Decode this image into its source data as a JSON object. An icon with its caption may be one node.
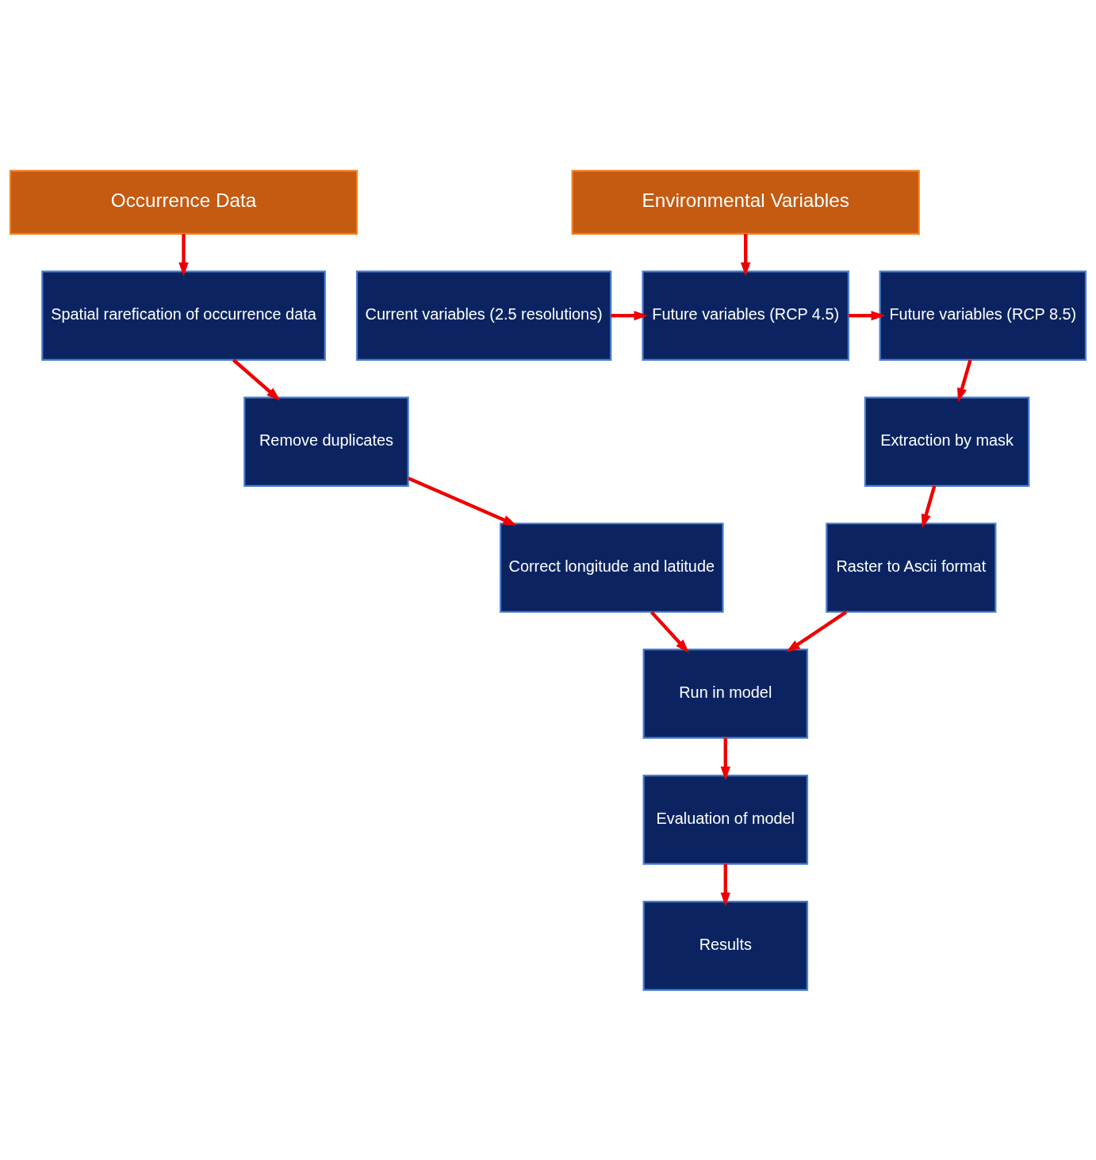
{
  "diagram": {
    "nodes": [
      {
        "text": [
          "Occurrence Data"
        ]
      },
      {
        "text": [
          "Environmental Variables"
        ]
      },
      {
        "text": [
          "Spatial rarefication of occurrence data"
        ]
      },
      {
        "text": [
          "Current variables (2.5 resolutions)"
        ]
      },
      {
        "text": [
          "Future variables (RCP 4.5)"
        ]
      },
      {
        "text": [
          "Future variables (RCP 8.5)"
        ]
      },
      {
        "text": [
          "Remove duplicates"
        ]
      },
      {
        "text": [
          "Extraction by mask"
        ]
      },
      {
        "text": [
          "Correct longitude and latitude"
        ]
      },
      {
        "text": [
          "Raster to Ascii format"
        ]
      },
      {
        "text": [
          "Run in model"
        ]
      },
      {
        "text": [
          "Evaluation of model"
        ]
      },
      {
        "text": [
          "Results"
        ]
      }
    ],
    "edges": [
      {
        "from": 0,
        "to": 2,
        "arrow": "to"
      },
      {
        "from": 1,
        "to": 4,
        "arrow": "to"
      },
      {
        "from": 3,
        "to": 4,
        "arrow": "to"
      },
      {
        "from": 4,
        "to": 5,
        "arrow": "to"
      },
      {
        "from": 2,
        "to": 6,
        "arrow": "to"
      },
      {
        "from": 5,
        "to": 7,
        "arrow": "to"
      },
      {
        "from": 6,
        "to": 8,
        "arrow": "to"
      },
      {
        "from": 7,
        "to": 9,
        "arrow": "to"
      },
      {
        "from": 8,
        "to": 10,
        "arrow": "to"
      },
      {
        "from": 9,
        "to": 10,
        "arrow": "to"
      },
      {
        "from": 10,
        "to": 11,
        "arrow": "to"
      },
      {
        "from": 11,
        "to": 12,
        "arrow": "to"
      }
    ]
  }
}
